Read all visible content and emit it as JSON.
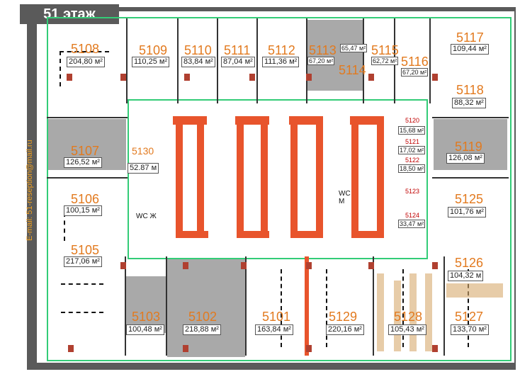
{
  "floor_label": "51 этаж",
  "email": "E-mail: 51-reseption@mail.ru",
  "wc_women": "WC Ж",
  "wc_men": "WC М",
  "rooms": [
    {
      "id": "5108",
      "area": "204,80 м²"
    },
    {
      "id": "5109",
      "area": "110,25 м²"
    },
    {
      "id": "5110",
      "area": "83,84 м²"
    },
    {
      "id": "5111",
      "area": "87,04 м²"
    },
    {
      "id": "5112",
      "area": "111,36 м²"
    },
    {
      "id": "5113",
      "area": "67,20 м²"
    },
    {
      "id": "5114",
      "area": "65,47 м²"
    },
    {
      "id": "5115",
      "area": "62,72 м²"
    },
    {
      "id": "5116",
      "area": "67,20 м²"
    },
    {
      "id": "5117",
      "area": "109,44 м²"
    },
    {
      "id": "5118",
      "area": "88,32 м²"
    },
    {
      "id": "5107",
      "area": "126,52 м²"
    },
    {
      "id": "5130",
      "area": "52.87 м"
    },
    {
      "id": "5106",
      "area": "100,15 м²"
    },
    {
      "id": "5105",
      "area": "217,06 м²"
    },
    {
      "id": "5120",
      "area": "15,68 м²"
    },
    {
      "id": "5121",
      "area": "17,02 м²"
    },
    {
      "id": "5122",
      "area": "18,50 м²"
    },
    {
      "id": "5119",
      "area": "126,08 м²"
    },
    {
      "id": "5123",
      "area": ""
    },
    {
      "id": "5124",
      "area": "33,47 м²"
    },
    {
      "id": "5125",
      "area": "101,76 м²"
    },
    {
      "id": "5126",
      "area": "104,32 м"
    },
    {
      "id": "5103",
      "area": "100,48 м²"
    },
    {
      "id": "5102",
      "area": "218,88 м²"
    },
    {
      "id": "5101",
      "area": "163,84 м²"
    },
    {
      "id": "5129",
      "area": "220,16 м²"
    },
    {
      "id": "5128",
      "area": "105,43 м²"
    },
    {
      "id": "5127",
      "area": "133,70 м²"
    }
  ],
  "colors": {
    "frame": "#5a5a5a",
    "rooms_label": "#e27a1f",
    "occupied": "#a9a9a9",
    "walls_green": "#33cc77",
    "core": "#e8542c",
    "email": "#f0a020"
  }
}
